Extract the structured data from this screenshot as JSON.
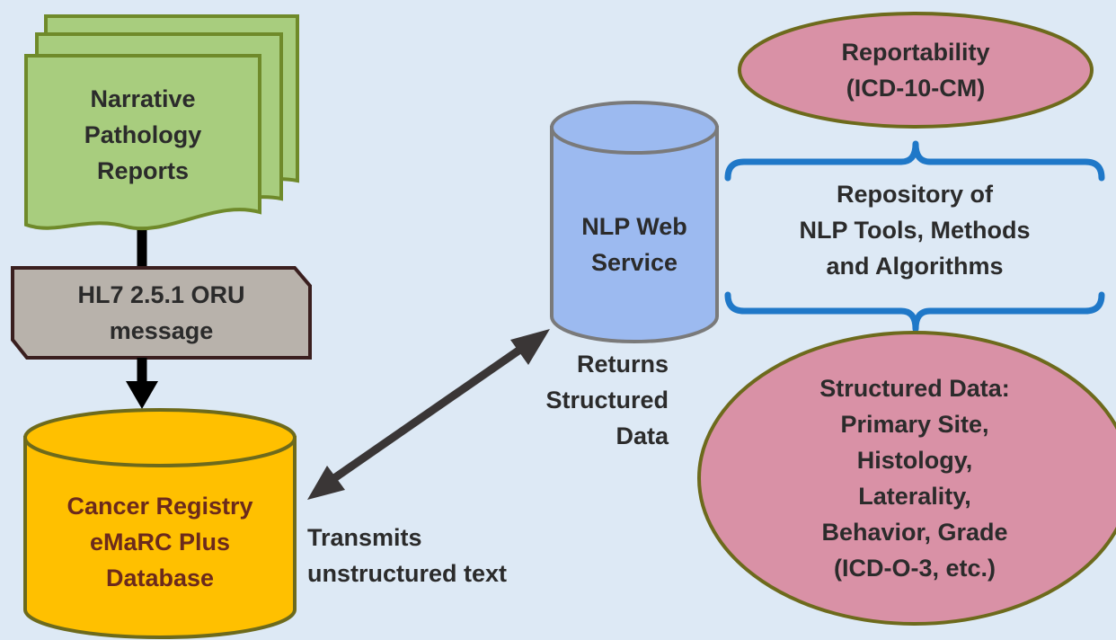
{
  "colors": {
    "background": "#dde9f5",
    "document_fill": "#a8cd7e",
    "document_border": "#6f8a2a",
    "hl7_fill": "#b8b2ab",
    "hl7_border": "#3a1f1f",
    "db_fill": "#ffc000",
    "db_border": "#6d6a1c",
    "nlp_fill": "#9cbaf0",
    "nlp_border": "#7a7a7a",
    "ellipse_fill": "#d991a6",
    "ellipse_border": "#6d6a1c",
    "brace": "#1f78c8",
    "arrow": "#000000",
    "double_arrow": "#3a3636"
  },
  "nodes": {
    "pathology_reports": {
      "lines": [
        "Narrative",
        "Pathology",
        "Reports"
      ]
    },
    "hl7_message": {
      "lines": [
        "HL7 2.5.1 ORU",
        "message"
      ]
    },
    "cancer_registry": {
      "lines": [
        "Cancer Registry",
        "eMaRC Plus",
        "Database"
      ]
    },
    "nlp_service": {
      "lines": [
        "NLP Web",
        "Service"
      ]
    },
    "reportability": {
      "lines": [
        "Reportability",
        "(ICD-10-CM)"
      ]
    },
    "repository": {
      "lines": [
        "Repository of",
        "NLP Tools, Methods",
        "and Algorithms"
      ]
    },
    "structured_data": {
      "lines": [
        "Structured Data:",
        "Primary Site,",
        "Histology,",
        "Laterality,",
        "Behavior, Grade",
        "(ICD-O-3, etc.)"
      ]
    }
  },
  "edge_labels": {
    "transmits": {
      "lines": [
        "Transmits",
        "unstructured text"
      ]
    },
    "returns": {
      "lines": [
        "Returns",
        "Structured",
        "Data"
      ]
    }
  }
}
